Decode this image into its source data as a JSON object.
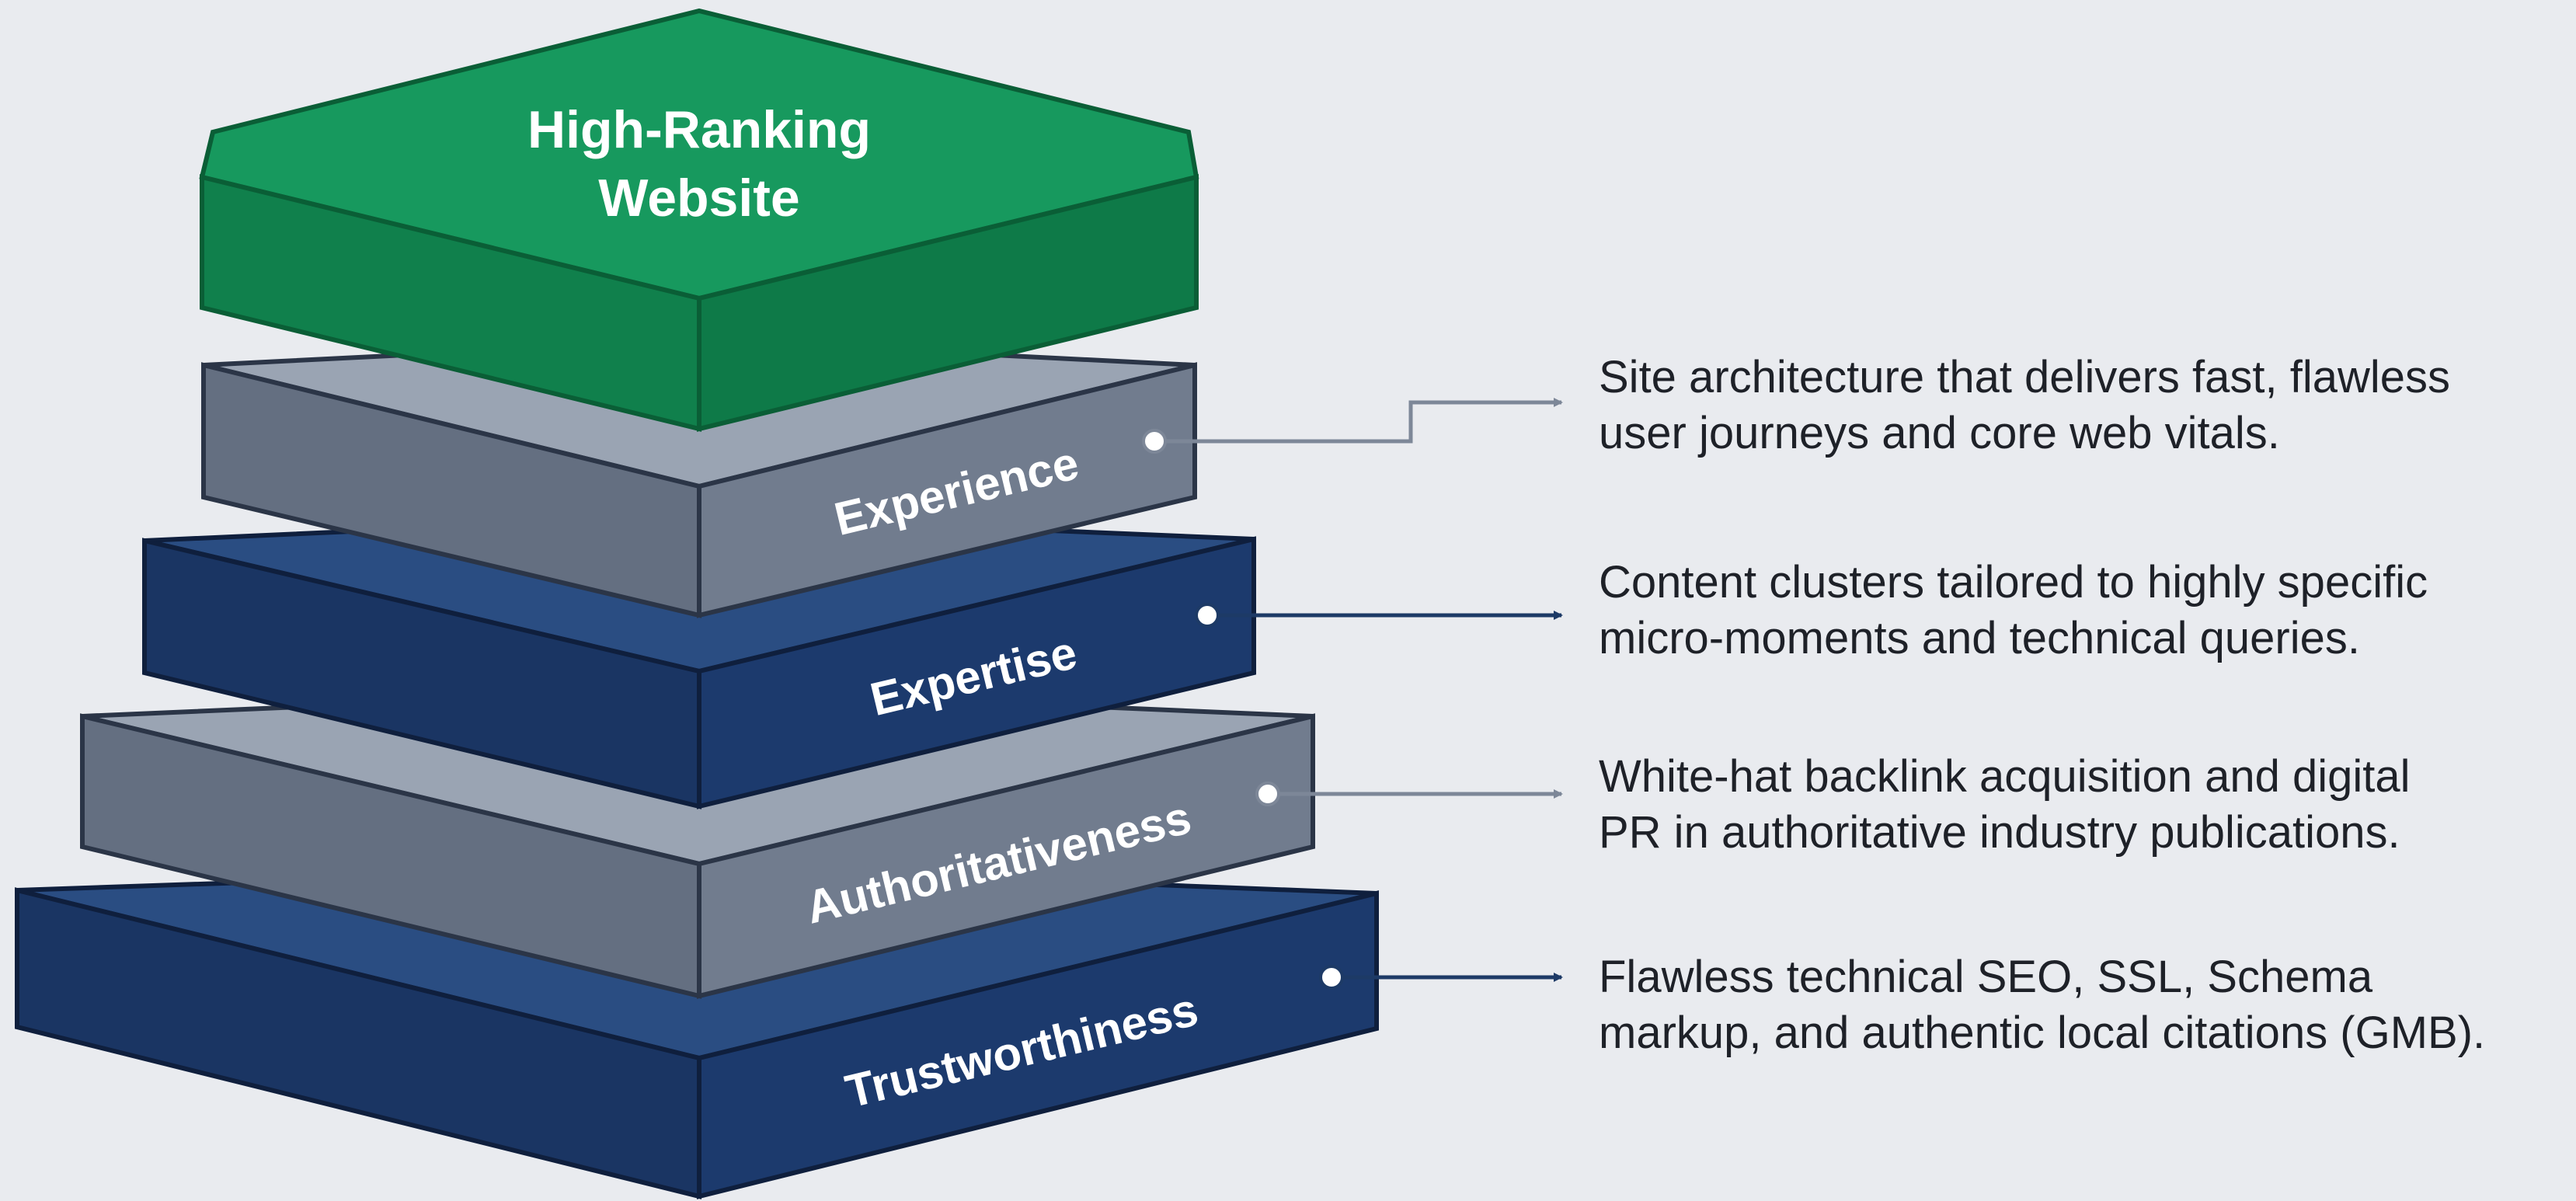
{
  "colors": {
    "background": "#e9ebef",
    "green_top": "#17995e",
    "green_left": "#10804c",
    "green_right": "#0e7a48",
    "green_edge": "#0a5e36",
    "slate_top": "#9aa4b3",
    "slate_left": "#646f81",
    "slate_right": "#717c8e",
    "navy_top": "#2a4d82",
    "navy_left": "#1a3563",
    "navy_right": "#1c3a6d",
    "edge_dark": "#0f1f3d",
    "connector_light": "#7d8798",
    "connector_dark": "#1d3a66",
    "text": "#1e2128"
  },
  "pyramid": {
    "top": {
      "line1": "High-Ranking",
      "line2": "Website"
    },
    "layers": [
      {
        "label": "Experience",
        "style": "slate",
        "description": [
          "Site architecture that delivers fast, flawless",
          "user journeys and core web vitals."
        ]
      },
      {
        "label": "Expertise",
        "style": "navy",
        "description": [
          "Content clusters tailored to highly specific",
          "micro-moments and technical queries."
        ]
      },
      {
        "label": "Authoritativeness",
        "style": "slate",
        "description": [
          "White-hat backlink acquisition and digital",
          "PR in authoritative industry publications."
        ]
      },
      {
        "label": "Trustworthiness",
        "style": "navy",
        "description": [
          "Flawless technical SEO, SSL, Schema",
          "markup, and authentic local citations (GMB)."
        ]
      }
    ]
  }
}
